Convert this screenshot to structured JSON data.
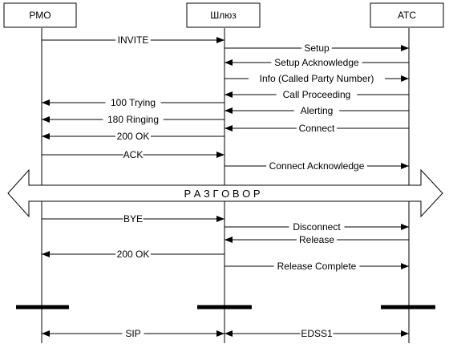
{
  "participants": [
    {
      "id": "rmo",
      "label": "РМО"
    },
    {
      "id": "gw",
      "label": "Шлюз"
    },
    {
      "id": "atc",
      "label": "АТС"
    }
  ],
  "messages": [
    {
      "label": "INVITE",
      "from": "rmo",
      "to": "gw"
    },
    {
      "label": "Setup",
      "from": "gw",
      "to": "atc"
    },
    {
      "label": "Setup Acknowledge",
      "from": "atc",
      "to": "gw"
    },
    {
      "label": "Info (Called Party Number)",
      "from": "gw",
      "to": "atc"
    },
    {
      "label": "Call Proceeding",
      "from": "atc",
      "to": "gw"
    },
    {
      "label": "100 Trying",
      "from": "gw",
      "to": "rmo"
    },
    {
      "label": "Alerting",
      "from": "atc",
      "to": "gw"
    },
    {
      "label": "180 Ringing",
      "from": "gw",
      "to": "rmo"
    },
    {
      "label": "Connect",
      "from": "atc",
      "to": "gw"
    },
    {
      "label": "200 OK",
      "from": "gw",
      "to": "rmo"
    },
    {
      "label": "ACK",
      "from": "rmo",
      "to": "gw"
    },
    {
      "label": "Connect Acknowledge",
      "from": "gw",
      "to": "atc"
    },
    {
      "label": "BYE",
      "from": "rmo",
      "to": "gw"
    },
    {
      "label": "Disconnect",
      "from": "gw",
      "to": "atc"
    },
    {
      "label": "Release",
      "from": "atc",
      "to": "gw"
    },
    {
      "label": "200 OK",
      "from": "gw",
      "to": "rmo"
    },
    {
      "label": "Release Complete",
      "from": "gw",
      "to": "atc"
    }
  ],
  "conversation_label": "Р А З Г О В О Р",
  "protocols": [
    {
      "label": "SIP",
      "from": "rmo",
      "to": "gw"
    },
    {
      "label": "EDSS1",
      "from": "gw",
      "to": "atc"
    }
  ]
}
